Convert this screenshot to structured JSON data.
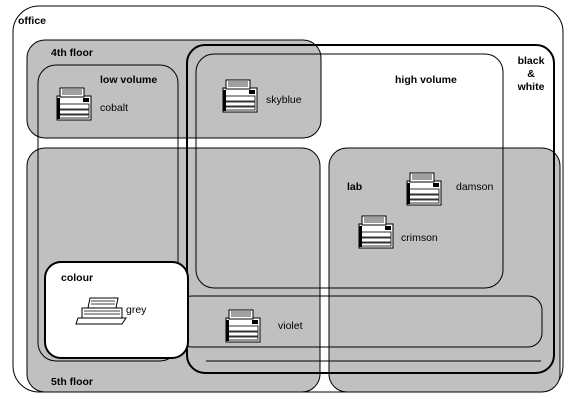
{
  "diagram": {
    "regions": {
      "office": "office",
      "floor4": "4th floor",
      "floor5": "5th floor",
      "low_volume": "low volume",
      "high_volume": "high volume",
      "black_white_line1": "black",
      "black_white_line2": "&",
      "black_white_line3": "white",
      "lab": "lab",
      "colour": "colour"
    },
    "printers": {
      "cobalt": "cobalt",
      "skyblue": "skyblue",
      "damson": "damson",
      "crimson": "crimson",
      "grey": "grey",
      "violet": "violet"
    },
    "icons": {
      "laser": "laser-printer-icon",
      "inkjet": "inkjet-printer-icon"
    },
    "colors": {
      "fill": "#c0c0c0",
      "stroke": "#000000",
      "background": "#ffffff"
    }
  }
}
